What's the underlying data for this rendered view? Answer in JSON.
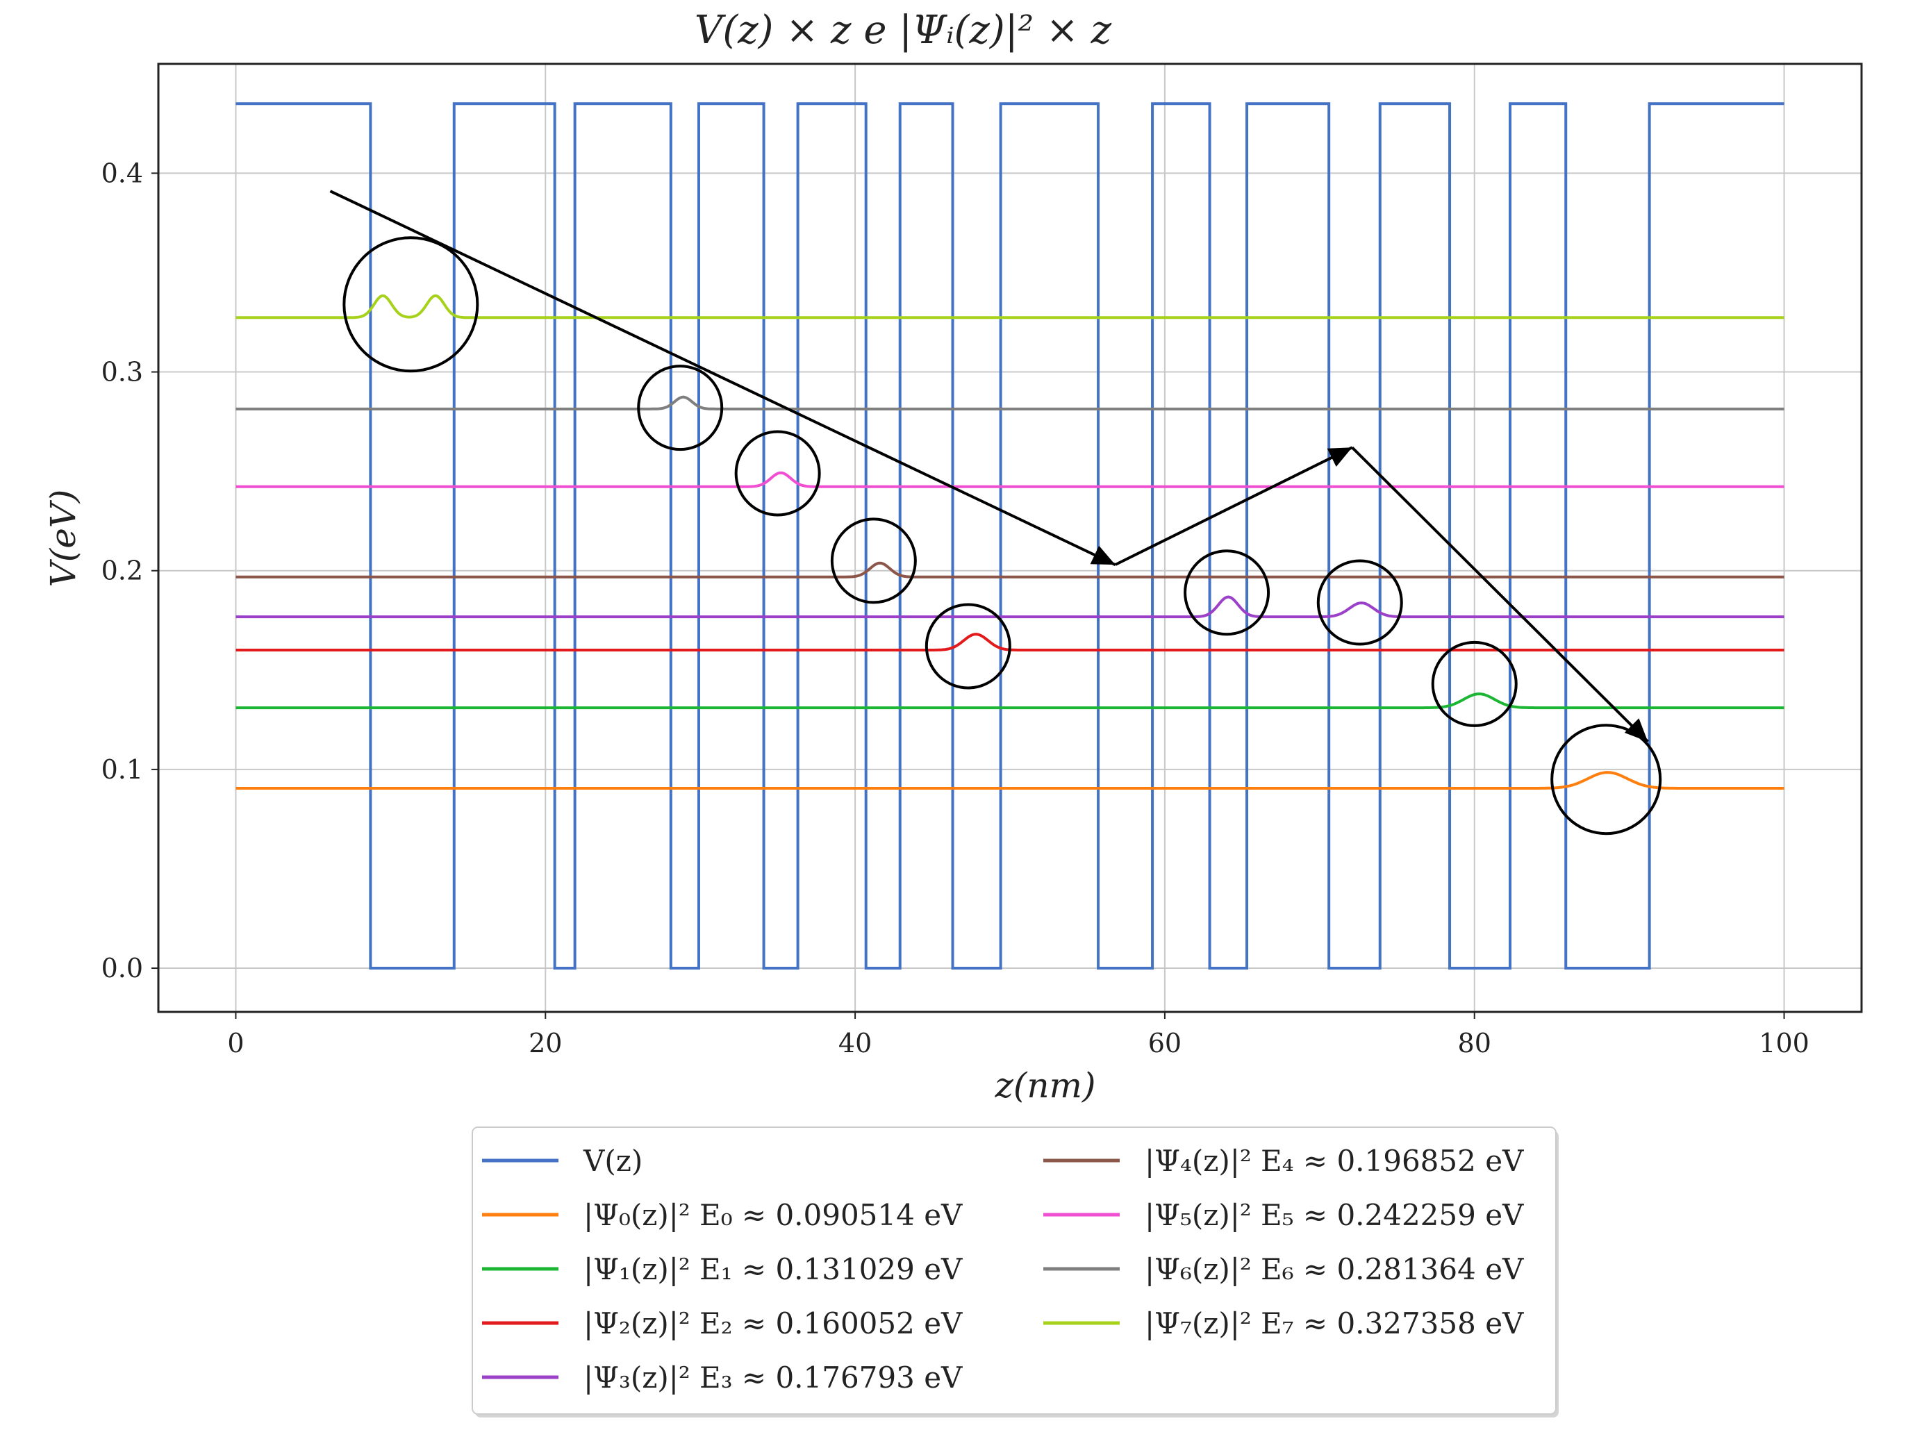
{
  "chart_data": {
    "type": "line",
    "title": "V(z) × z e |Ψᵢ(z)|² × z",
    "xlabel": "z(nm)",
    "ylabel": "V(eV)",
    "xlim": [
      -5,
      105
    ],
    "ylim": [
      -0.022,
      0.455
    ],
    "xticks": [
      0,
      20,
      40,
      60,
      80,
      100
    ],
    "yticks": [
      0.0,
      0.1,
      0.2,
      0.3,
      0.4
    ],
    "grid": true,
    "legend_position": "below",
    "potential": {
      "name": "V(z)",
      "color": "#4472c4",
      "high": 0.435,
      "low": 0.0,
      "wells": [
        [
          8.7,
          14.1
        ],
        [
          20.6,
          21.9
        ],
        [
          28.1,
          29.9
        ],
        [
          34.1,
          36.3
        ],
        [
          40.7,
          42.9
        ],
        [
          46.3,
          49.4
        ],
        [
          55.7,
          59.2
        ],
        [
          62.9,
          65.3
        ],
        [
          70.6,
          73.9
        ],
        [
          78.4,
          82.3
        ],
        [
          85.9,
          91.3
        ]
      ],
      "x_range": [
        0,
        100
      ]
    },
    "series": [
      {
        "name": "|Ψ₀(z)|²  E₀ ≈ 0.090514 eV",
        "color": "#ff7f0e",
        "energy": 0.090514,
        "peaks": [
          {
            "z": 88.6,
            "amp": 0.008,
            "w": 1.8
          }
        ]
      },
      {
        "name": "|Ψ₁(z)|²  E₁ ≈ 0.131029 eV",
        "color": "#1db634",
        "energy": 0.131029,
        "peaks": [
          {
            "z": 80.3,
            "amp": 0.007,
            "w": 1.4
          }
        ]
      },
      {
        "name": "|Ψ₂(z)|²  E₂ ≈ 0.160052 eV",
        "color": "#e31a1c",
        "energy": 0.160052,
        "peaks": [
          {
            "z": 47.8,
            "amp": 0.008,
            "w": 1.1
          }
        ]
      },
      {
        "name": "|Ψ₃(z)|²  E₃ ≈ 0.176793 eV",
        "color": "#9b40c8",
        "energy": 0.176793,
        "peaks": [
          {
            "z": 64.1,
            "amp": 0.01,
            "w": 0.9
          },
          {
            "z": 72.7,
            "amp": 0.007,
            "w": 1.1
          }
        ]
      },
      {
        "name": "|Ψ₄(z)|²  E₄ ≈ 0.196852 eV",
        "color": "#8c564b",
        "energy": 0.196852,
        "peaks": [
          {
            "z": 41.6,
            "amp": 0.007,
            "w": 0.9
          }
        ]
      },
      {
        "name": "|Ψ₅(z)|²  E₅ ≈ 0.242259 eV",
        "color": "#f04fd2",
        "energy": 0.242259,
        "peaks": [
          {
            "z": 35.2,
            "amp": 0.007,
            "w": 0.9
          }
        ]
      },
      {
        "name": "|Ψ₆(z)|²  E₆ ≈ 0.281364 eV",
        "color": "#7f7f7f",
        "energy": 0.281364,
        "peaks": [
          {
            "z": 28.9,
            "amp": 0.006,
            "w": 0.8
          }
        ]
      },
      {
        "name": "|Ψ₇(z)|²  E₇ ≈ 0.327358 eV",
        "color": "#a6d21b",
        "energy": 0.327358,
        "peaks": [
          {
            "z": 9.5,
            "amp": 0.011,
            "w": 0.8
          },
          {
            "z": 12.9,
            "amp": 0.011,
            "w": 0.8
          }
        ]
      }
    ],
    "annotations": {
      "circles": [
        {
          "z": 11.3,
          "v": 0.334
        },
        {
          "z": 28.7,
          "v": 0.282
        },
        {
          "z": 35.0,
          "v": 0.249
        },
        {
          "z": 41.2,
          "v": 0.205
        },
        {
          "z": 47.3,
          "v": 0.162
        },
        {
          "z": 64.0,
          "v": 0.189
        },
        {
          "z": 72.6,
          "v": 0.184
        },
        {
          "z": 80.0,
          "v": 0.143
        },
        {
          "z": 88.5,
          "v": 0.095
        }
      ],
      "arrows": [
        {
          "from": [
            6.1,
            0.391
          ],
          "to": [
            56.8,
            0.203
          ]
        },
        {
          "from": [
            56.8,
            0.203
          ],
          "to": [
            72.1,
            0.262
          ]
        },
        {
          "from": [
            72.1,
            0.262
          ],
          "to": [
            91.2,
            0.114
          ]
        }
      ]
    }
  }
}
